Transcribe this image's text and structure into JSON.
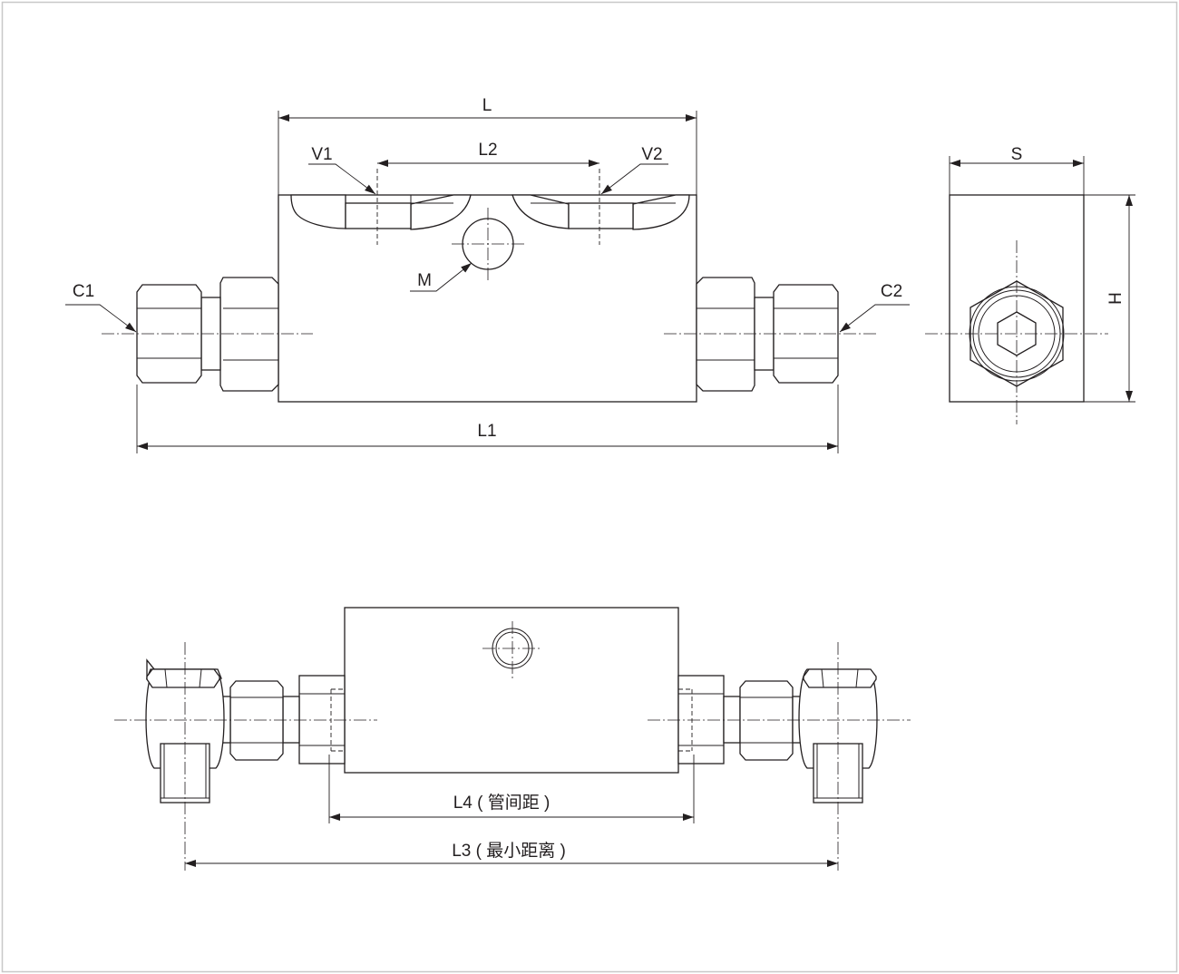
{
  "labels": {
    "L": "L",
    "L1": "L1",
    "L2": "L2",
    "L3": "L3 ( 最小距离 )",
    "L4": "L4 ( 管间距 )",
    "V1": "V1",
    "V2": "V2",
    "M": "M",
    "C1": "C1",
    "C2": "C2",
    "S": "S",
    "H": "H"
  },
  "colors": {
    "line": "#231f20",
    "frame": "#c8c8c8",
    "background": "#ffffff"
  }
}
